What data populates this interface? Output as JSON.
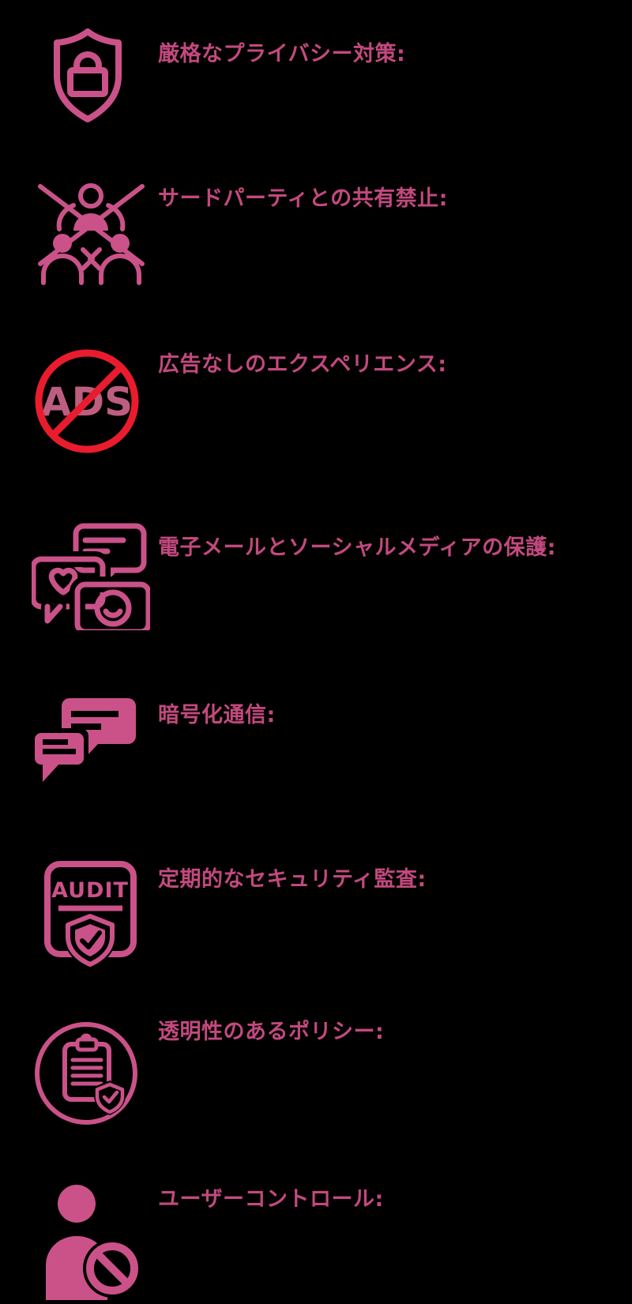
{
  "colors": {
    "background": "#000000",
    "icon_pink": "#ca5289",
    "heading_pink": "#c2497e",
    "ban_red": "#e91c2d",
    "ads_text_pink": "#bd5e80"
  },
  "items": [
    {
      "icon": "shield-lock-icon",
      "label": "厳格なプライバシー対策:"
    },
    {
      "icon": "no-third-party-sharing-icon",
      "label": "サードパーティとの共有禁止:"
    },
    {
      "icon": "no-ads-icon",
      "badge_text": "ADS",
      "label": "広告なしのエクスペリエンス:"
    },
    {
      "icon": "email-social-media-protection-icon",
      "label": "電子メールとソーシャルメディアの保護:"
    },
    {
      "icon": "encrypted-chat-icon",
      "label": "暗号化通信:"
    },
    {
      "icon": "security-audit-icon",
      "badge_text": "AUDIT",
      "label": "定期的なセキュリティ監査:"
    },
    {
      "icon": "transparent-policy-icon",
      "label": "透明性のあるポリシー:"
    },
    {
      "icon": "user-control-icon",
      "label": "ユーザーコントロール:"
    }
  ]
}
